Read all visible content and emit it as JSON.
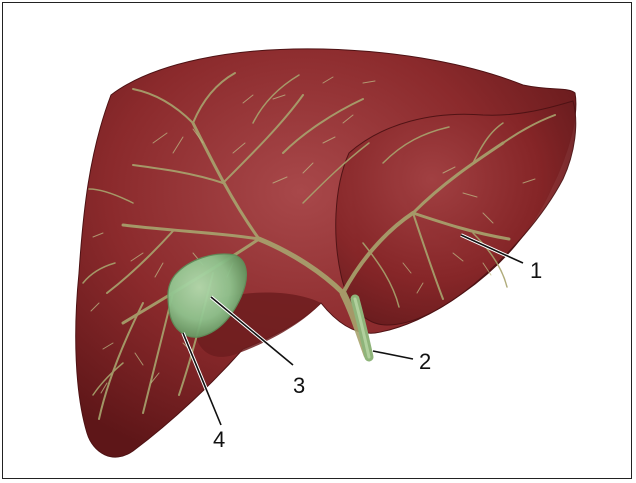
{
  "figure": {
    "colors": {
      "liver": "#8b2a2c",
      "liver_shadow": "#5e1618",
      "liver_highlight": "#a8484a",
      "ducts": "#a8a46e",
      "gallbladder": "#8fc48e",
      "gallbladder_edge": "#5f8f5a",
      "frame": "#222222",
      "text": "#111111"
    },
    "callouts": [
      {
        "label": "1"
      },
      {
        "label": "2"
      },
      {
        "label": "3"
      },
      {
        "label": "4"
      }
    ]
  }
}
